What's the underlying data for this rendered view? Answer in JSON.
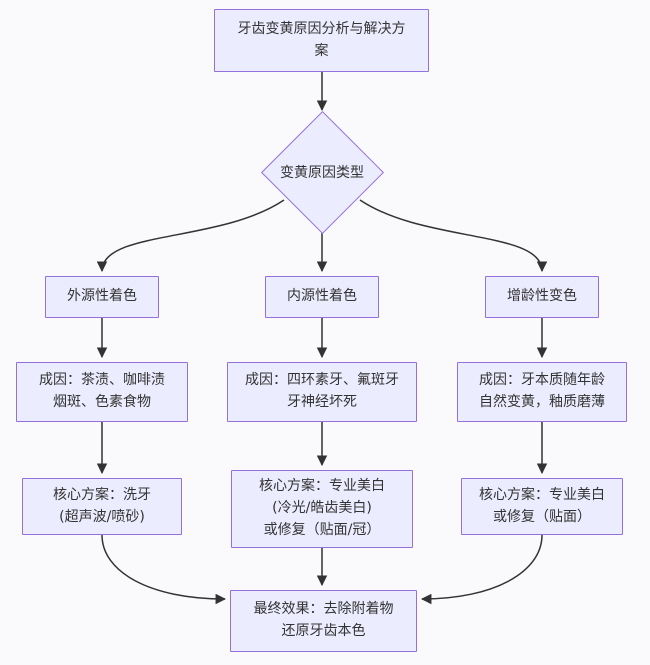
{
  "diagram": {
    "description": "牙齿变黄原因分析与解决方案流程图",
    "colors": {
      "node_fill": "#ECECFF",
      "node_border": "#9370DB",
      "text": "#333333",
      "edge": "#333333",
      "background": "#FAFAFC"
    },
    "title_node": {
      "label": "牙齿变黄原因分析与解决方\n案"
    },
    "decision_node": {
      "label": "变黄原因类型"
    },
    "branches": [
      {
        "type": {
          "label": "外源性着色"
        },
        "cause": {
          "label": "成因：茶渍、咖啡渍\n烟斑、色素食物"
        },
        "solution": {
          "label": "核心方案：洗牙\n(超声波/喷砂)"
        }
      },
      {
        "type": {
          "label": "内源性着色"
        },
        "cause": {
          "label": "成因：四环素牙、氟斑牙\n牙神经坏死"
        },
        "solution": {
          "label": "核心方案：专业美白\n(冷光/皓齿美白)\n或修复（贴面/冠）"
        }
      },
      {
        "type": {
          "label": "增龄性变色"
        },
        "cause": {
          "label": "成因：牙本质随年龄\n自然变黄，釉质磨薄"
        },
        "solution": {
          "label": "核心方案：专业美白\n或修复（贴面）"
        }
      }
    ],
    "final_node": {
      "label": "最终效果：去除附着物\n还原牙齿本色"
    }
  }
}
